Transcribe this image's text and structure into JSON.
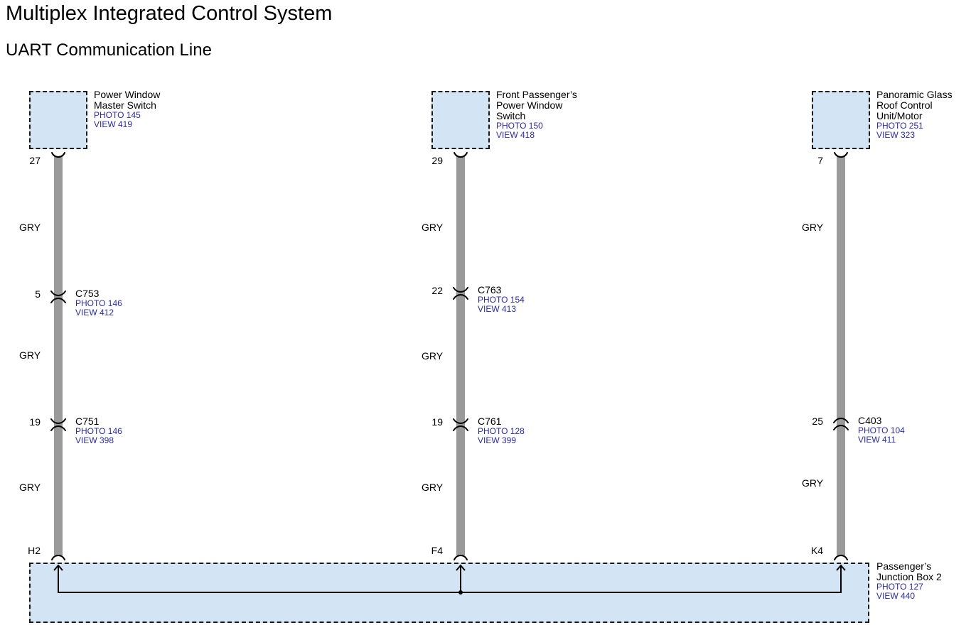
{
  "title": "Multiplex Integrated Control System",
  "subtitle": "UART Communication Line",
  "colors": {
    "box_fill": "#d3e4f5",
    "wire": "#9a9a9a",
    "ref_text": "#2a2ab4"
  },
  "components": [
    {
      "name": "Power Window\nMaster Switch",
      "photo": "PHOTO 145",
      "view": "VIEW 419",
      "pin": "27"
    },
    {
      "name": "Front Passenger’s\nPower Window\nSwitch",
      "photo": "PHOTO 150",
      "view": "VIEW 418",
      "pin": "29"
    },
    {
      "name": "Panoramic Glass\nRoof Control\nUnit/Motor",
      "photo": "PHOTO 251",
      "view": "VIEW 323",
      "pin": "7"
    }
  ],
  "wires": [
    {
      "color1": "GRY",
      "color2": "GRY",
      "color3": "GRY",
      "conn1": {
        "name": "C753",
        "photo": "PHOTO 146",
        "view": "VIEW 412",
        "pin": "5"
      },
      "conn2": {
        "name": "C751",
        "photo": "PHOTO 146",
        "view": "VIEW 398",
        "pin": "19"
      },
      "jb_pin": "H2"
    },
    {
      "color1": "GRY",
      "color2": "GRY",
      "color3": "GRY",
      "conn1": {
        "name": "C763",
        "photo": "PHOTO 154",
        "view": "VIEW 413",
        "pin": "22"
      },
      "conn2": {
        "name": "C761",
        "photo": "PHOTO 128",
        "view": "VIEW 399",
        "pin": "19"
      },
      "jb_pin": "F4"
    },
    {
      "color1": "GRY",
      "color2": "GRY",
      "conn1": {
        "name": "C403",
        "photo": "PHOTO 104",
        "view": "VIEW 411",
        "pin": "25"
      },
      "jb_pin": "K4"
    }
  ],
  "junction_box": {
    "name": "Passenger’s\nJunction Box 2",
    "photo": "PHOTO 127",
    "view": "VIEW 440"
  }
}
